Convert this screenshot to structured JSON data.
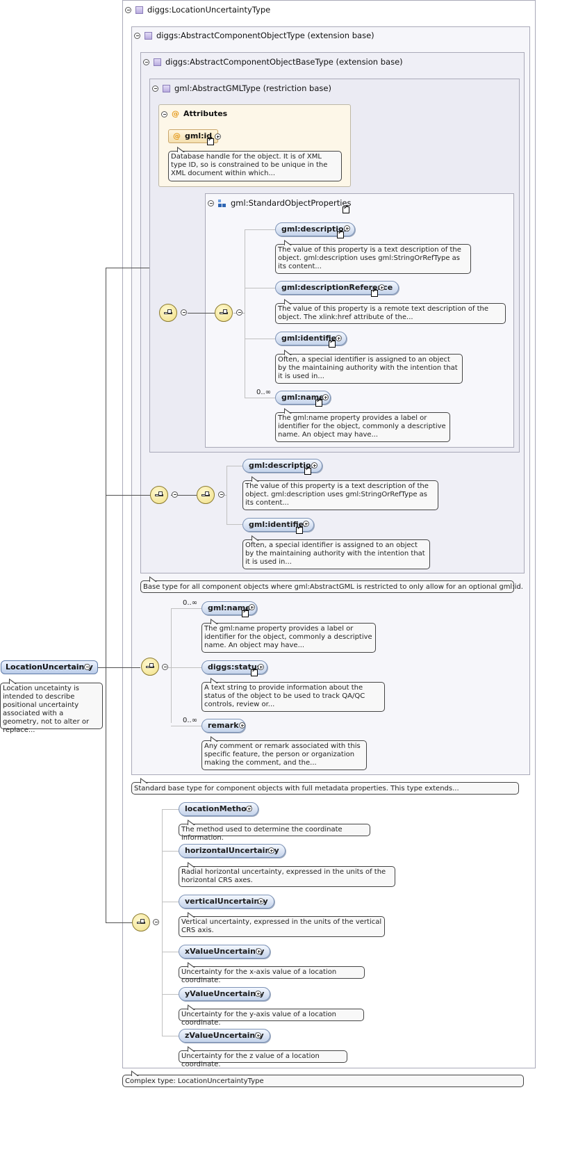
{
  "root": {
    "name": "LocationUncertainty",
    "doc": "Location uncetainty is intended to describe positional uncertainty associated with a geometry, not to alter or replace..."
  },
  "complex_type": {
    "title": "diggs:LocationUncertaintyType",
    "doc": "Complex type: LocationUncertaintyType"
  },
  "component_type": {
    "title": "diggs:AbstractComponentObjectType (extension base)",
    "doc": "Standard base type for component objects with full metadata properties. This type extends..."
  },
  "base_type": {
    "title": "diggs:AbstractComponentObjectBaseType (extension base)",
    "doc": "Base type for all component objects where gml:AbstractGML is restricted to only allow for an optional gml:id."
  },
  "gml_type": {
    "title": "gml:AbstractGMLType (restriction base)"
  },
  "attributes": {
    "title": "Attributes",
    "at_symbol": "@",
    "gml_id": "gml:id",
    "gml_id_doc": "Database handle for the object. It is of XML type ID, so is constrained to be unique in the XML document within which..."
  },
  "standard_props": {
    "title": "gml:StandardObjectProperties",
    "items": [
      {
        "name": "gml:description",
        "doc": "The value of this property is a text description of the object. gml:description uses gml:StringOrRefType as its content..."
      },
      {
        "name": "gml:descriptionReference",
        "doc": "The value of this property is a remote text description of the object. The xlink:href attribute of the..."
      },
      {
        "name": "gml:identifier",
        "doc": "Often, a special identifier is assigned to an object by the maintaining authority with the intention that it is used in..."
      },
      {
        "name": "gml:name",
        "doc": "The gml:name property provides a label or identifier for the object, commonly a descriptive name. An object may have...",
        "occurs": "0..∞"
      }
    ]
  },
  "base_seq": {
    "items": [
      {
        "name": "gml:description",
        "doc": "The value of this property is a text description of the object. gml:description uses gml:StringOrRefType as its content..."
      },
      {
        "name": "gml:identifier",
        "doc": "Often, a special identifier is assigned to an object by the maintaining authority with the intention that it is used in..."
      }
    ]
  },
  "component_seq": {
    "items": [
      {
        "name": "gml:name",
        "doc": "The gml:name property provides a label or identifier for the object, commonly a descriptive name. An object may have...",
        "occurs": "0..∞"
      },
      {
        "name": "diggs:status",
        "doc": "A text string to provide information about the status of the object to be used to track QA/QC controls, review or..."
      },
      {
        "name": "remark",
        "doc": "Any comment or remark associated with this specific feature, the person or organization making the comment, and the...",
        "occurs": "0..∞"
      }
    ]
  },
  "location_seq": {
    "items": [
      {
        "name": "locationMethod",
        "doc": "The method used to determine the coordinate information."
      },
      {
        "name": "horizontalUncertainty",
        "doc": "Radial horizontal uncertainty, expressed in the units of the horizontal CRS axes."
      },
      {
        "name": "verticalUncertainty",
        "doc": "Vertical uncertainty, expressed in the units of the vertical CRS axis."
      },
      {
        "name": "xValueUncertainty",
        "doc": "Uncertainty for the x-axis value of a location coordinate."
      },
      {
        "name": "yValueUncertainty",
        "doc": "Uncertainty for the y-axis value of a location coordinate."
      },
      {
        "name": "zValueUncertainty",
        "doc": "Uncertainty for the z value of a location coordinate."
      }
    ]
  }
}
